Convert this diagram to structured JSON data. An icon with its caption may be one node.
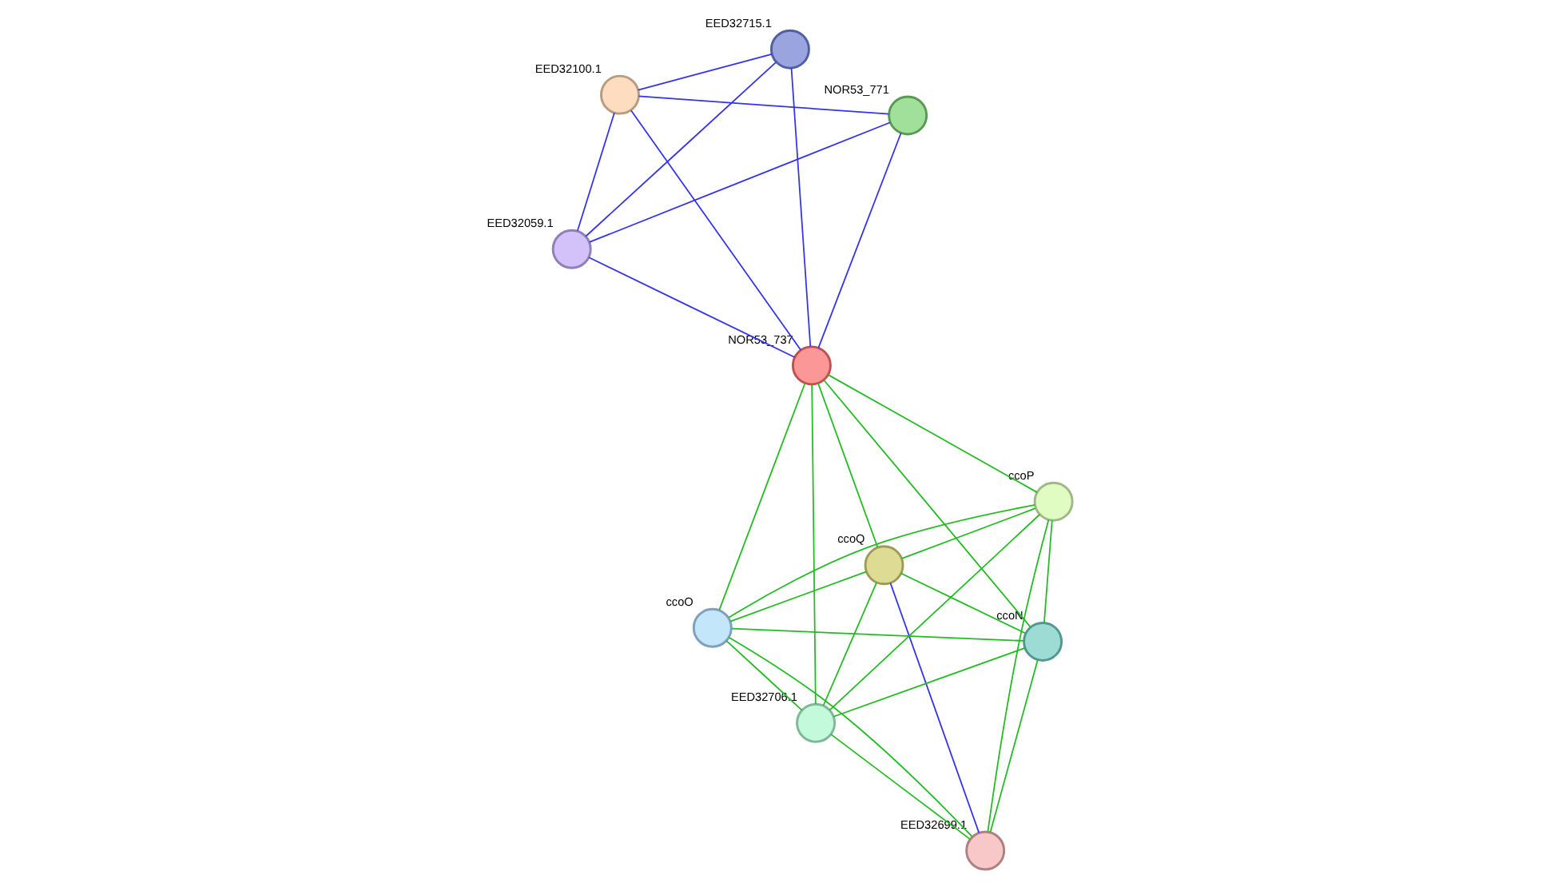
{
  "diagram": {
    "nodes": [
      {
        "text": [
          "EED32100.1"
        ]
      },
      {
        "text": [
          "NOR53_771"
        ]
      },
      {
        "text": [
          "EED32059.1"
        ]
      },
      {
        "text": [
          "EED32715.1"
        ]
      },
      {
        "text": [
          "NOR53_737"
        ]
      },
      {
        "text": [
          "ccoQ"
        ]
      },
      {
        "text": [
          "ccoO"
        ]
      },
      {
        "text": [
          "ccoP"
        ]
      },
      {
        "text": [
          "EED32706.1"
        ]
      },
      {
        "text": [
          "ccoN"
        ]
      },
      {
        "text": [
          "EED32699.1"
        ]
      }
    ],
    "edges": [
      {
        "from": 0,
        "to": 1,
        "arrow": "none",
        "color": "#3333ee"
      },
      {
        "from": 0,
        "to": 2,
        "arrow": "none",
        "color": "#3333ee"
      },
      {
        "from": 0,
        "to": 3,
        "arrow": "none",
        "color": "#3333ee"
      },
      {
        "from": 0,
        "to": 4,
        "arrow": "none",
        "color": "#3333ee"
      },
      {
        "from": 1,
        "to": 2,
        "arrow": "none",
        "color": "#3333ee"
      },
      {
        "from": 1,
        "to": 4,
        "arrow": "none",
        "color": "#3333ee"
      },
      {
        "from": 2,
        "to": 3,
        "arrow": "none",
        "color": "#3333ee"
      },
      {
        "from": 2,
        "to": 4,
        "arrow": "none",
        "color": "#3333ee"
      },
      {
        "from": 3,
        "to": 4,
        "arrow": "none",
        "color": "#3333ee"
      },
      {
        "from": 4,
        "to": 5,
        "arrow": "none",
        "color": "#22bb22"
      },
      {
        "from": 4,
        "to": 6,
        "arrow": "none",
        "color": "#22bb22"
      },
      {
        "from": 4,
        "to": 7,
        "arrow": "none",
        "color": "#22bb22"
      },
      {
        "from": 4,
        "to": 8,
        "arrow": "none",
        "color": "#22bb22"
      },
      {
        "from": 4,
        "to": 9,
        "arrow": "none",
        "color": "#22bb22"
      },
      {
        "from": 5,
        "to": 6,
        "arrow": "none",
        "color": "#22bb22"
      },
      {
        "from": 5,
        "to": 7,
        "arrow": "none",
        "color": "#22bb22"
      },
      {
        "from": 5,
        "to": 8,
        "arrow": "none",
        "color": "#22bb22"
      },
      {
        "from": 5,
        "to": 9,
        "arrow": "none",
        "color": "#22bb22"
      },
      {
        "from": 5,
        "to": 10,
        "arrow": "none",
        "color": "#3333ee"
      },
      {
        "from": 6,
        "to": 7,
        "arrow": "none",
        "color": "#22bb22"
      },
      {
        "from": 6,
        "to": 8,
        "arrow": "none",
        "color": "#22bb22"
      },
      {
        "from": 6,
        "to": 9,
        "arrow": "none",
        "color": "#22bb22"
      },
      {
        "from": 6,
        "to": 10,
        "arrow": "none",
        "color": "#22bb22"
      },
      {
        "from": 7,
        "to": 8,
        "arrow": "none",
        "color": "#22bb22"
      },
      {
        "from": 7,
        "to": 9,
        "arrow": "none",
        "color": "#22bb22"
      },
      {
        "from": 7,
        "to": 10,
        "arrow": "none",
        "color": "#22bb22"
      },
      {
        "from": 8,
        "to": 9,
        "arrow": "none",
        "color": "#22bb22"
      },
      {
        "from": 8,
        "to": 10,
        "arrow": "none",
        "color": "#22bb22"
      },
      {
        "from": 9,
        "to": 10,
        "arrow": "none",
        "color": "#22bb22"
      }
    ]
  }
}
